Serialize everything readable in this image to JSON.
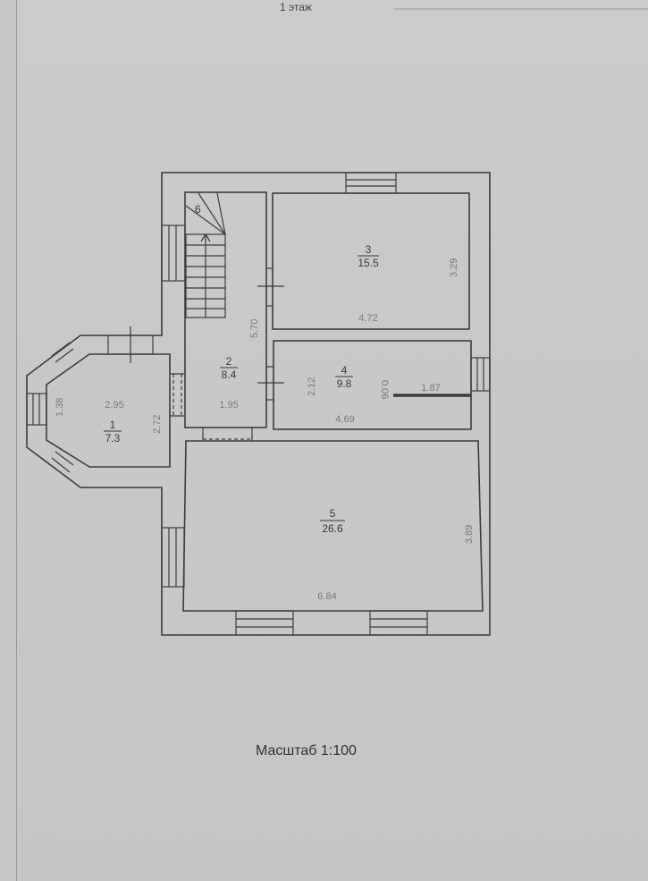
{
  "title": "1 этаж",
  "scale_label": "Масштаб 1:100",
  "rooms": [
    {
      "number": "1",
      "area": "7.3",
      "dims": [
        "2.95",
        "2.72",
        "1.38"
      ]
    },
    {
      "number": "2",
      "area": "8.4",
      "dims": [
        "5.70",
        "1.95"
      ]
    },
    {
      "number": "3",
      "area": "15.5",
      "dims": [
        "4.72",
        "3.29"
      ]
    },
    {
      "number": "4",
      "area": "9.8",
      "dims": [
        "4.69",
        "2.12",
        "0.06",
        "1.87"
      ]
    },
    {
      "number": "5",
      "area": "26.6",
      "dims": [
        "6.84",
        "3.89"
      ]
    },
    {
      "number": "6"
    }
  ],
  "colors": {
    "paper": "#c8c8c6",
    "line": "#3c3c3c",
    "dim_text": "#7a7a78"
  }
}
